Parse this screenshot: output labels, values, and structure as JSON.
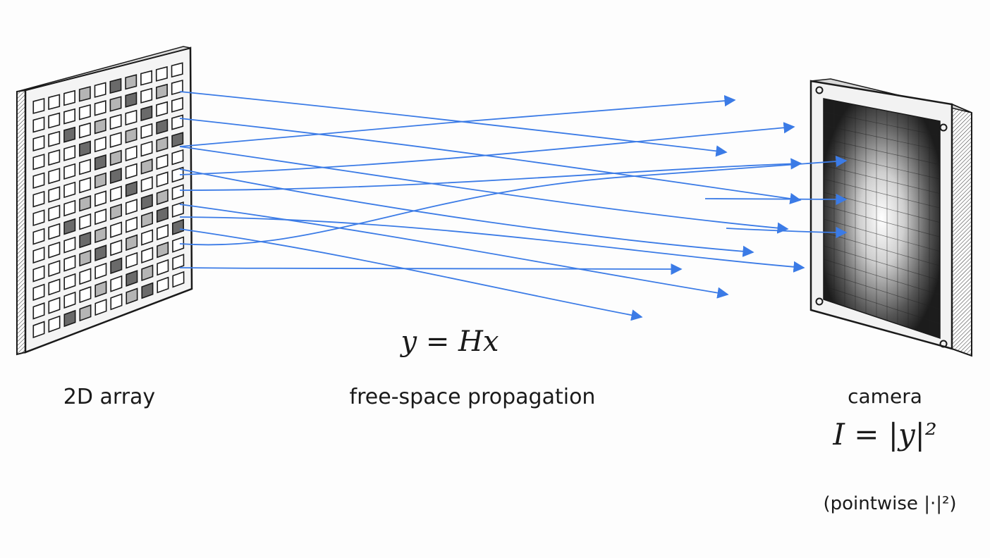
{
  "labels": {
    "array": "2D array",
    "equation": "y = Hx",
    "propagation": "free-space propagation",
    "camera": "camera",
    "intensity": "I = |y|²",
    "note": "(pointwise |·|²)"
  },
  "colors": {
    "ray": "#3b7be6",
    "ink": "#1a1a1a",
    "background": "#fdfdfd"
  },
  "icons": {
    "source": "pixel-array-slm",
    "detector": "camera-sensor"
  }
}
